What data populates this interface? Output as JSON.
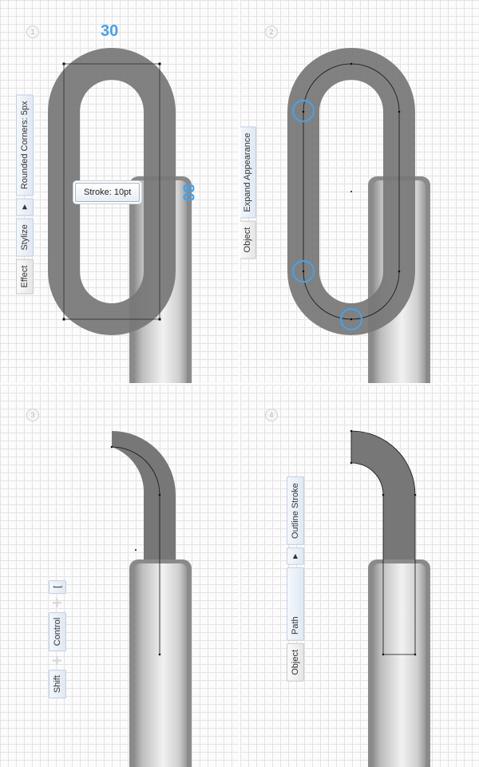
{
  "colors": {
    "shape": "#777777",
    "accent": "#4aa0e4",
    "button_bg": "#e8eef6"
  },
  "steps": [
    {
      "number": "1",
      "menu": [
        "Effect",
        "Stylize",
        "Rounded Corners: 5px"
      ],
      "tooltip": "Stroke: 10pt",
      "annotation_top": "30",
      "annotation_side": "80"
    },
    {
      "number": "2",
      "menu": [
        "Object",
        "Expand Appearance"
      ]
    },
    {
      "number": "3",
      "keys": [
        "Shift",
        "Control",
        "["
      ]
    },
    {
      "number": "4",
      "menu": [
        "Object",
        "Path",
        "Outline Stroke"
      ]
    }
  ]
}
